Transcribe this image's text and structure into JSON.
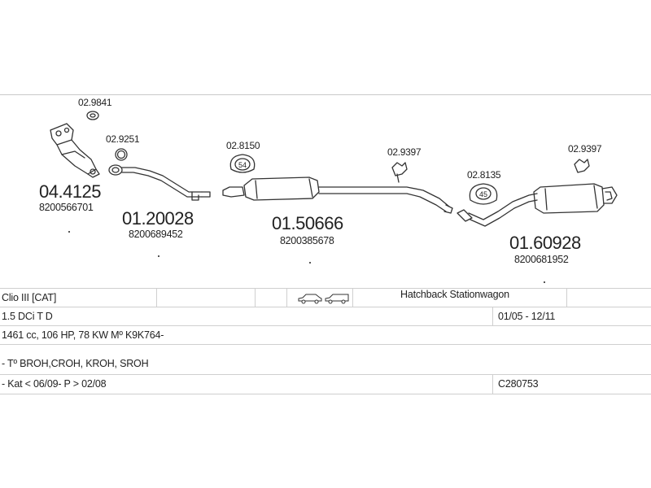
{
  "parts": [
    {
      "ref": "04.4125",
      "oe": "8200566701",
      "component": "catalytic-converter"
    },
    {
      "ref": "01.20028",
      "oe": "8200689452",
      "component": "front-pipe"
    },
    {
      "ref": "01.50666",
      "oe": "8200385678",
      "component": "middle-silencer"
    },
    {
      "ref": "01.60928",
      "oe": "8200681952",
      "component": "rear-silencer"
    }
  ],
  "accessories": [
    {
      "ref": "02.9841",
      "component": "gasket"
    },
    {
      "ref": "02.9251",
      "component": "ring"
    },
    {
      "ref": "02.8150",
      "component": "clamp",
      "badge": "54"
    },
    {
      "ref": "02.9397",
      "component": "hanger"
    },
    {
      "ref": "02.8135",
      "component": "clamp",
      "badge": "45"
    },
    {
      "ref": "02.9397",
      "component": "hanger"
    }
  ],
  "table": {
    "row1": {
      "model": "Clio III  [CAT]",
      "body": "Hatchback Stationwagon",
      "icons": [
        "hatchback-car-icon",
        "stationwagon-car-icon"
      ]
    },
    "row2": {
      "engine": "1.5 DCi T D",
      "years": "01/05 - 12/11"
    },
    "row3": {
      "spec": "1461 cc, 106 HP, 78 KW Mº K9K764-"
    },
    "row4": {
      "text": ""
    },
    "row5": {
      "types": "- Tº BROH,CROH, KROH, SROH"
    },
    "row6": {
      "notes": "- Kat < 06/09- P > 02/08",
      "code": "C280753"
    }
  }
}
